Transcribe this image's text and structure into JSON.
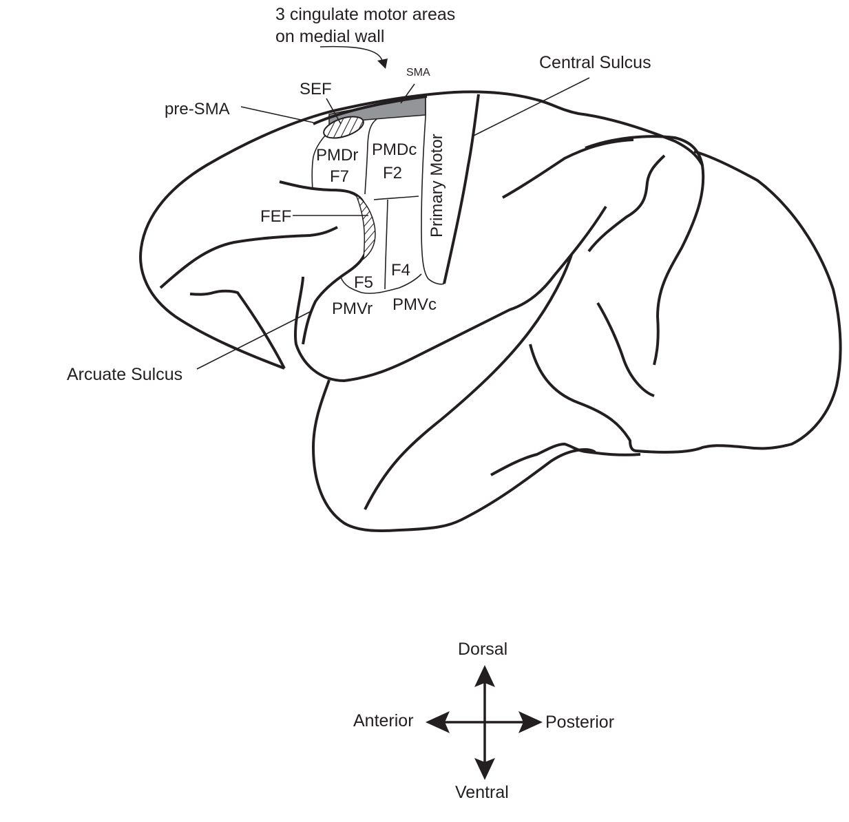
{
  "figure": {
    "subject": "Lateral view of macaque brain showing motor and premotor areas",
    "colors": {
      "ink": "#231f20",
      "sma_fill": "#939598",
      "background": "#ffffff"
    }
  },
  "annotations": {
    "cingulate_line1": "3 cingulate motor areas",
    "cingulate_line2": "on medial wall",
    "sma": "SMA",
    "sef": "SEF",
    "pre_sma": "pre-SMA",
    "central_sulcus": "Central Sulcus",
    "fef": "FEF",
    "arcuate_sulcus": "Arcuate Sulcus"
  },
  "areas": {
    "pmdr": "PMDr",
    "f7": "F7",
    "pmdc": "PMDc",
    "f2": "F2",
    "primary_motor": "Primary Motor",
    "f5": "F5",
    "f4": "F4",
    "pmvr": "PMVr",
    "pmvc": "PMVc"
  },
  "compass": {
    "dorsal": "Dorsal",
    "ventral": "Ventral",
    "anterior": "Anterior",
    "posterior": "Posterior"
  }
}
